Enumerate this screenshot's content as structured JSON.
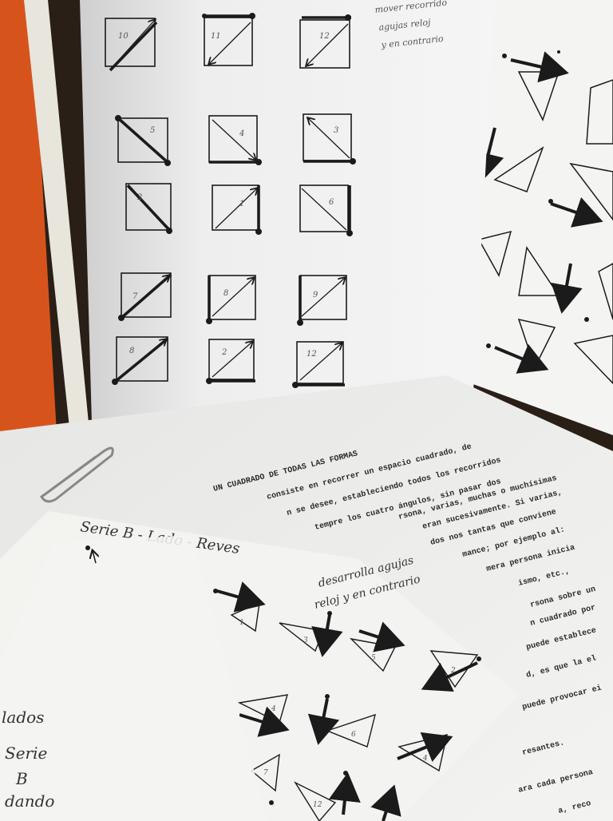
{
  "photo": {
    "description_subject": "handwritten and typed sheets with square and triangle path diagrams",
    "colors": {
      "background_wood": "#2a1f17",
      "orange_folder": "#d6541c",
      "paper": "#f1f1ef",
      "paper_shadow": "#d9d9d9",
      "ink": "#1b1b1b",
      "pencil": "#6a6a6a"
    }
  },
  "top_sheet": {
    "handwritten_note": [
      "mover recorrido",
      "agujas reloj",
      "y en contrario"
    ],
    "square_numbers_row1": [
      "10",
      "11",
      "12"
    ],
    "square_numbers_row2": [
      "5",
      "4",
      "3"
    ],
    "square_numbers_row3": [
      "2",
      "1",
      "6"
    ],
    "square_numbers_row4": [
      "7",
      "8",
      "9"
    ],
    "square_numbers_row5": [
      "8",
      "2",
      "12"
    ]
  },
  "typed_sheet": {
    "lines": [
      "UN CUADRADO DE TODAS LAS FORMAS",
      "consiste en recorrer un espacio cuadrado, de",
      "n se desee, estableciendo todos los recorridos",
      "tempre los cuatro ángulos, sin pasar dos",
      "rsona, varias, muchas o muchísimas",
      "eran sucesivamente. Si varias,",
      "dos nos tantas que conviene",
      "mance; por ejemplo al:",
      "mera persona inicia",
      "ismo, etc.,",
      "rsona sobre un",
      "n cuadrado por",
      "puede establece",
      "d, es que la el",
      "puede provocar ei",
      "resantes.",
      "ara cada persona",
      "a, reco"
    ]
  },
  "serie_sheet": {
    "heading": "Serie B - Lado - Reves",
    "note": [
      "desarrolla agujas",
      "reloj y en contrario"
    ],
    "triangle_numbers": [
      "1",
      "3",
      "5",
      "2",
      "4",
      "6",
      "4",
      "7",
      "12"
    ]
  },
  "front_sheet": {
    "left_text": [
      "lados",
      "Serie",
      "B",
      "dando"
    ]
  }
}
